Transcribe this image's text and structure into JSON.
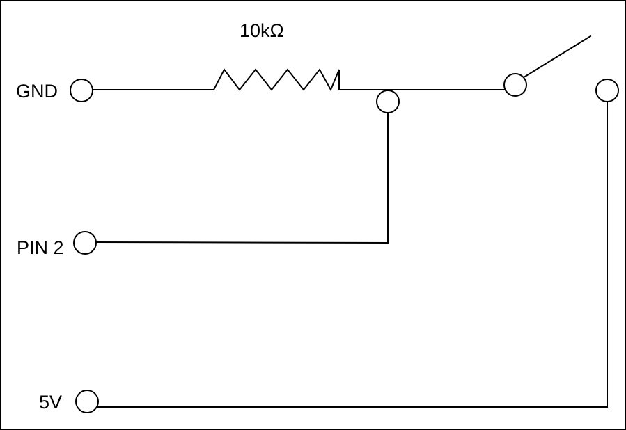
{
  "labels": {
    "gnd": "GND",
    "pin2": "PIN 2",
    "v5": "5V",
    "resistor_value": "10kΩ"
  },
  "colors": {
    "line": "#000000",
    "background": "#ffffff"
  }
}
